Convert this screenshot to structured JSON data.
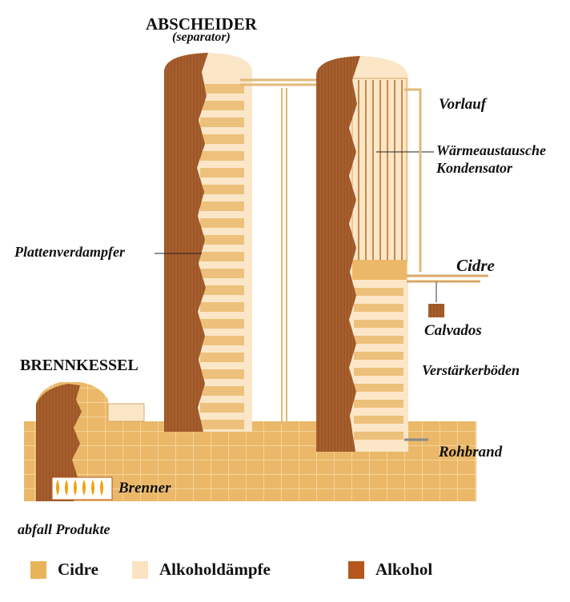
{
  "title": "ABSCHEIDER",
  "subtitle": "(separator)",
  "labels": {
    "vorlauf": "Vorlauf",
    "waermetauscher": "Wärmeaustausche",
    "kondensator": "Kondensator",
    "plattenverdampfer": "Plattenverdampfer",
    "cidre": "Cidre",
    "calvados": "Calvados",
    "verstaerkerboeden": "Verstärkerböden",
    "brennkessel": "BRENNKESSEL",
    "rohbrand": "Rohbrand",
    "brenner": "Brenner",
    "abfall": "abfall Produkte"
  },
  "legend": [
    {
      "label": "Cidre",
      "color": "#e8b45a"
    },
    {
      "label": "Alkoholdämpfe",
      "color": "#fbe3c2"
    },
    {
      "label": "Alkohol",
      "color": "#b5561c"
    }
  ],
  "colors": {
    "alkohol": "#a8602e",
    "cidre": "#eab868",
    "dampf": "#fbe6c8",
    "pipe": "#e9c88f"
  }
}
